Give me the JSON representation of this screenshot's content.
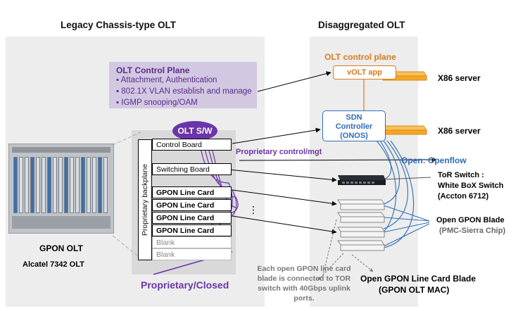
{
  "headings": {
    "left": "Legacy Chassis-type OLT",
    "right": "Disaggregated OLT"
  },
  "control_plane": {
    "title": "OLT Control Plane",
    "items": [
      "▪ Attachment, Authentication",
      "▪ 802.1X VLAN establish and manage",
      "▪ IGMP snooping/OAM"
    ]
  },
  "olt_sw": "OLT S/W",
  "backplane": "Proprietary backplane",
  "cards": [
    {
      "label": "Control Board",
      "style": "normal"
    },
    {
      "label": "Switching Board",
      "style": "normal"
    },
    {
      "label": "GPON Line Card",
      "style": "bold"
    },
    {
      "label": "GPON Line Card",
      "style": "bold"
    },
    {
      "label": "GPON Line Card",
      "style": "bold"
    },
    {
      "label": "GPON Line Card",
      "style": "bold"
    },
    {
      "label": "Blank",
      "style": "blank"
    },
    {
      "label": "Blank",
      "style": "blank"
    }
  ],
  "ellipsis": "⋮",
  "gpon_olt": "GPON OLT",
  "alcatel": "Alcatel 7342 OLT",
  "proprietary_closed": "Proprietary/Closed",
  "proprietary_mgt": "Proprietary control/mgt",
  "olt_control_plane_right": "OLT control plane",
  "volt_app": "vOLT app",
  "x86_server_1": "X86 server",
  "x86_server_2": "X86 server",
  "sdn": {
    "line1": "SDN",
    "line2": "Controller",
    "line3": "(ONOS)"
  },
  "openflow": "Open: Openflow",
  "tor": {
    "line1": "ToR Switch :",
    "line2": "White BoX Switch",
    "line3": "(Accton 6712)"
  },
  "open_gpon_blade": {
    "line1": "Open GPON Blade",
    "line2": "(PMC-Sierra Chip)"
  },
  "footnote": [
    "Each open GPON line card",
    "blade is connected to TOR",
    "switch with 40Gbps uplink",
    "ports."
  ],
  "line_card_blade": {
    "line1": "Open GPON Line Card Blade",
    "line2": "(GPON OLT MAC)"
  },
  "colors": {
    "purple": "#6a35a8",
    "orange": "#d97a1e",
    "blue": "#2f6db5",
    "server_orange": "#f5a623"
  }
}
